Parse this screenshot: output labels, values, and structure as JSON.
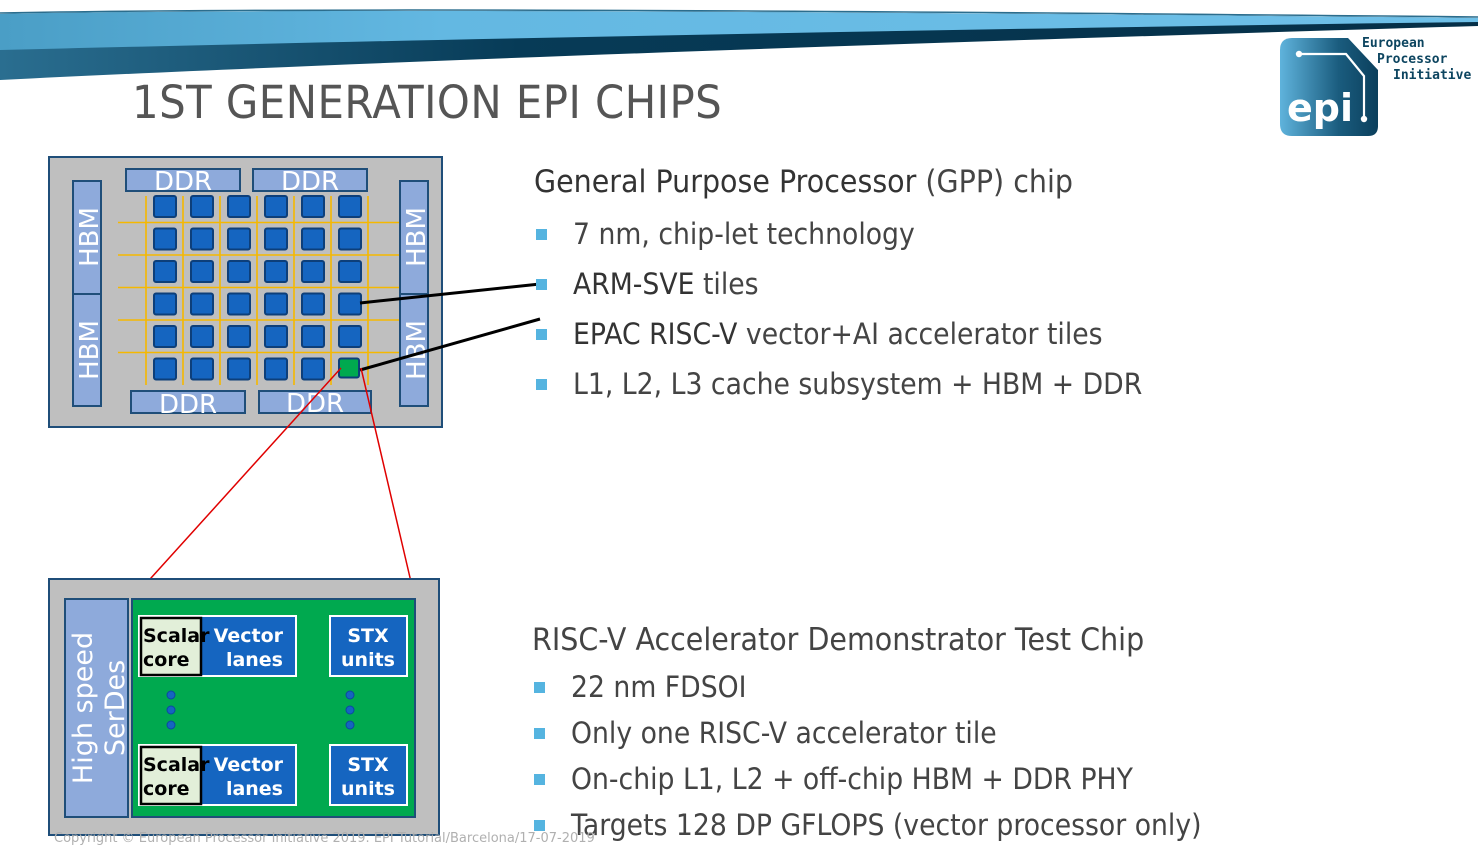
{
  "slide": {
    "title": "1ST GENERATION EPI CHIPS",
    "logo": {
      "line1": "European",
      "line2": "Processor",
      "line3": "Initiative",
      "mark": "epi"
    },
    "footer": "Copyright © European Processor Initiative 2019.  EPI Tutorial/Barcelona/17-07-2019"
  },
  "gpp": {
    "heading_main": "General Purpose Processor",
    "heading_suffix": " (GPP) chip",
    "bullets": [
      {
        "em": "",
        "text": "7 nm, chip-let technology"
      },
      {
        "em": "ARM-SVE",
        "text": " tiles"
      },
      {
        "em": "EPAC RISC-V",
        "text": " vector+AI accelerator tiles"
      },
      {
        "em": "",
        "text": "L1, L2, L3 cache subsystem + HBM + DDR"
      }
    ]
  },
  "test_chip": {
    "heading": "RISC-V Accelerator Demonstrator Test Chip",
    "bullets": [
      {
        "text": "22 nm FDSOI"
      },
      {
        "text": "Only one RISC-V accelerator tile"
      },
      {
        "text": "On-chip L1, L2 + off-chip HBM + DDR PHY"
      },
      {
        "text": "Targets 128 DP GFLOPS (vector processor only)"
      }
    ]
  },
  "gpp_diagram": {
    "ddr_label": "DDR",
    "hbm_label": "HBM",
    "grid_rows": 6,
    "grid_cols": 6,
    "highlight_tile": {
      "row": 6,
      "col": 6
    }
  },
  "tile_diagram": {
    "serdes_label_1": "High speed",
    "serdes_label_2": "SerDes",
    "scalar_1": "Scalar",
    "scalar_2": "core",
    "vector_1": "Vector",
    "vector_2": "lanes",
    "stx_1": "STX",
    "stx_2": "units"
  },
  "colors": {
    "accent_blue": "#55b4e0",
    "tile_blue": "#1565c0",
    "mem_blue": "#8eaadb",
    "grid_yellow": "#f5b800",
    "chip_gray": "#bfbfbf",
    "tile_green": "#00a94f",
    "connector_red": "#e00000"
  }
}
